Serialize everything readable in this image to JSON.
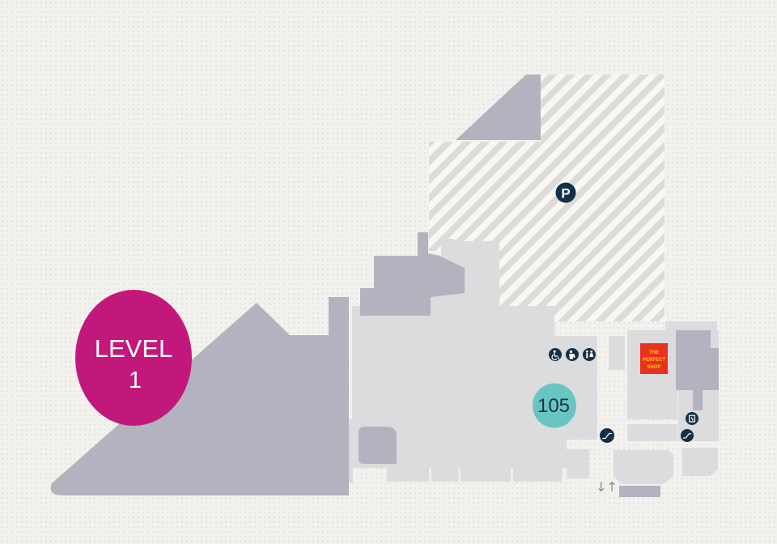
{
  "map": {
    "name": "shopping-centre-level-map",
    "level_badge": {
      "line1": "LEVEL",
      "line2": "1"
    },
    "parking": {
      "label": "P"
    },
    "store_badge": {
      "number": "105"
    },
    "shop_logo": {
      "line1": "THE",
      "line2": "PERFECT",
      "line3": "SHOP"
    },
    "amenities": [
      {
        "name": "accessible-toilet-icon"
      },
      {
        "name": "baby-change-icon"
      },
      {
        "name": "toilets-icon"
      },
      {
        "name": "escalator-icon-central"
      },
      {
        "name": "lift-icon"
      },
      {
        "name": "escalator-icon-east"
      }
    ],
    "direction_arrows": "↓↑",
    "colors": {
      "background": "#f2f1ed",
      "level_badge": "#c2187b",
      "store_badge": "#68c6c2",
      "icon_navy": "#143049",
      "logo_red": "#e8321c",
      "logo_text": "#ffc420",
      "building_light": "#dcdbdd",
      "building_medium": "#b3b2bf",
      "hatch_stripe": "#dcdbd8",
      "hatch_background": "#f8f7f4",
      "arrow_gray": "#8a8a94"
    }
  }
}
